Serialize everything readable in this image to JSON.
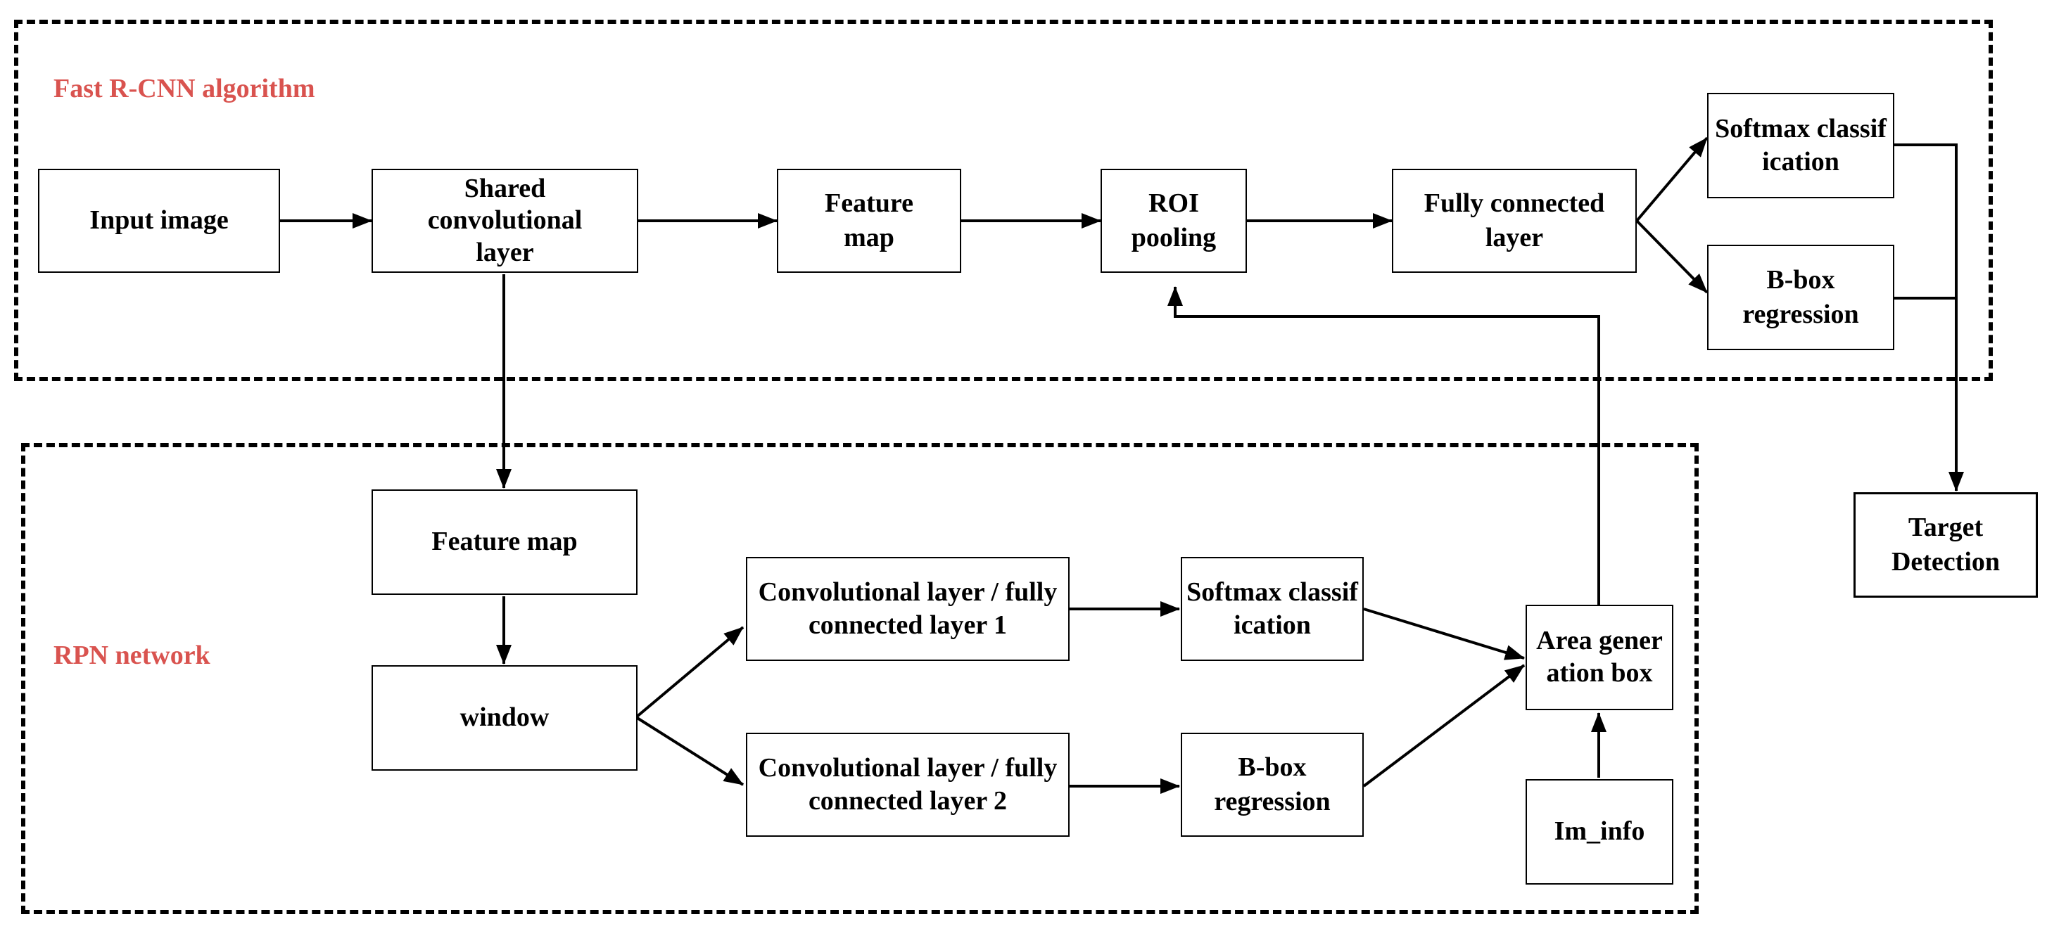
{
  "colors": {
    "region_label": "#d9534f",
    "line": "#000000"
  },
  "regions": {
    "fast_rcnn": {
      "label": "Fast R-CNN algorithm"
    },
    "rpn": {
      "label": "RPN network"
    }
  },
  "nodes": {
    "input_image": "Input image",
    "shared_conv": "Shared convolutional layer",
    "feature_map_top": "Feature map",
    "roi_pooling": "ROI pooling",
    "fully_connected": "Fully connected layer",
    "softmax_top": "Softmax classification",
    "bbox_top": "B-box regression",
    "target_detection": "Target Detection",
    "feature_map_rpn": "Feature map",
    "window": "window",
    "conv_fc_1": "Convolutional layer / fully connected layer 1",
    "conv_fc_2": "Convolutional layer / fully connected layer 2",
    "softmax_rpn": "Softmax classification",
    "bbox_rpn": "B-box regression",
    "area_generation": "Area generation box",
    "im_info": "Im_info"
  }
}
